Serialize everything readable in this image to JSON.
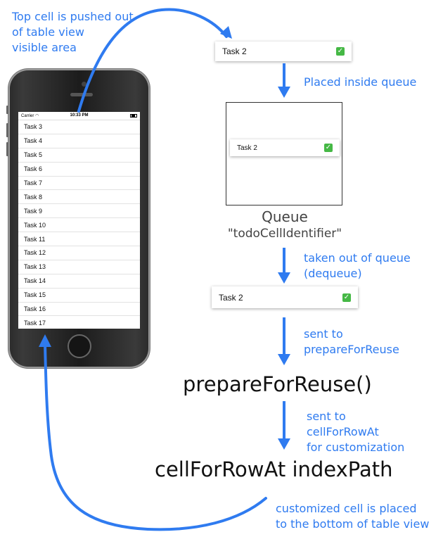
{
  "notes": {
    "top_cell_pushed": [
      "Top cell is pushed out",
      "of table view",
      "visible area"
    ],
    "placed_inside": "Placed inside queue",
    "taken_out": [
      "taken out of queue",
      "(dequeue)"
    ],
    "sent_prepare": [
      "sent to",
      "prepareForReuse"
    ],
    "sent_cell_for_row": [
      "sent to",
      "cellForRowAt",
      "for customization"
    ],
    "customized_placed": [
      "customized cell is placed",
      "to the bottom of table view"
    ]
  },
  "cell_label": "Task 2",
  "check_glyph": "✓",
  "queue": {
    "title": "Queue",
    "identifier": "\"todoCellIdentifier\""
  },
  "methods": {
    "prepare": "prepareForReuse()",
    "cell_for_row": "cellForRowAt indexPath"
  },
  "phone": {
    "carrier": "Carrier",
    "time": "10:33 PM",
    "rows": [
      "Task 3",
      "Task 4",
      "Task 5",
      "Task 6",
      "Task 7",
      "Task 8",
      "Task 9",
      "Task 10",
      "Task 11",
      "Task 12",
      "Task 13",
      "Task 14",
      "Task 15",
      "Task 16",
      "Task 17"
    ]
  },
  "colors": {
    "accent_blue": "#2f7bf0",
    "check_green": "#45b845"
  }
}
